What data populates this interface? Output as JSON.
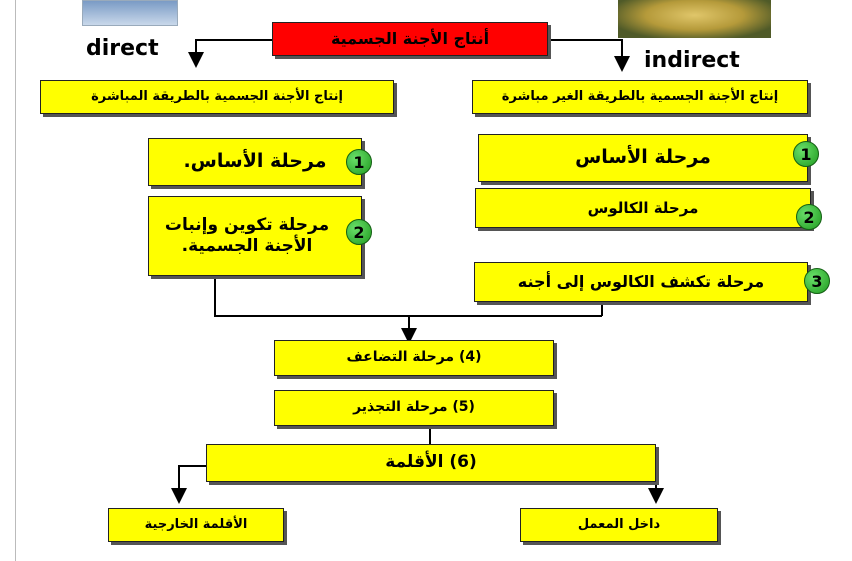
{
  "top_title": "أنتاج الأجنة الجسمية",
  "direct_label": "direct",
  "indirect_label": "indirect",
  "direct_header": "إنتاج الأجنة الجسمية بالطريقة المباشرة",
  "indirect_header": "إنتاج الأجنة الجسمية بالطريقة الغير مباشرة",
  "direct_steps": [
    {
      "num": "1",
      "text": "مرحلة الأساس."
    },
    {
      "num": "2",
      "text": "مرحلة تكوين وإنبات الأجنة الجسمية."
    }
  ],
  "indirect_steps": [
    {
      "num": "1",
      "text": "مرحلة الأساس"
    },
    {
      "num": "2",
      "text": "مرحلة  الكالوس"
    },
    {
      "num": "3",
      "text": "مرحلة تكشف الكالوس إلى أجنه"
    }
  ],
  "shared_steps": [
    {
      "text": "(4) مرحلة التضاعف"
    },
    {
      "text": "(5)  مرحلة التجذير"
    },
    {
      "text": "(6) الأقلمة"
    }
  ],
  "outcomes": {
    "left": "الأقلمة الخارجية",
    "right": "داخل المعمل"
  },
  "colors": {
    "box": "#ffff00",
    "title_box": "#ff0000",
    "badge": "#2db82d"
  }
}
